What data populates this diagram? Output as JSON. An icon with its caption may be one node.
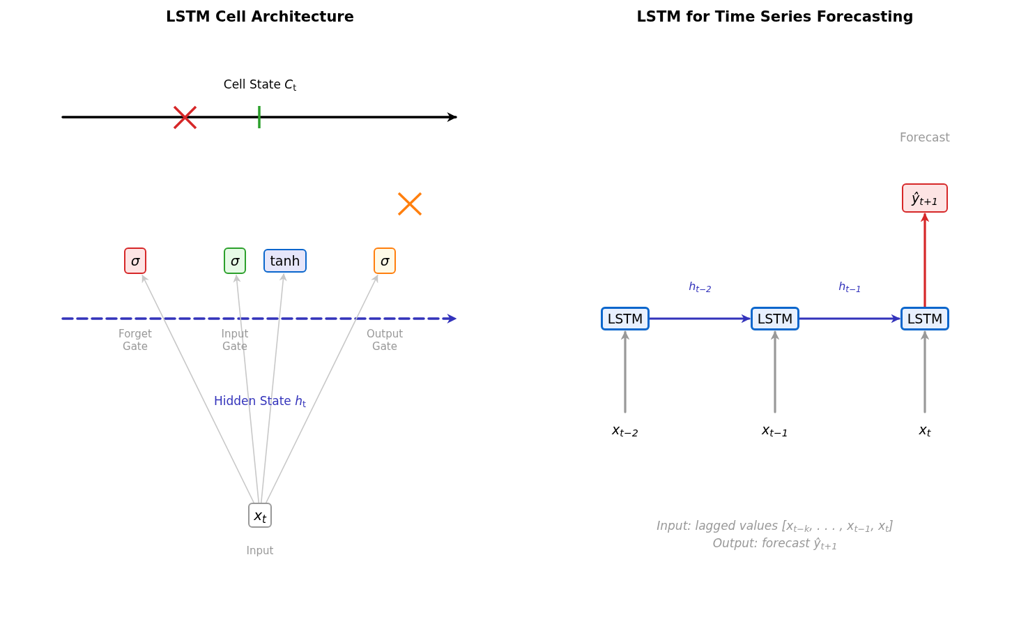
{
  "diagram": {
    "nodes": [
      {
        "text": [
          "σ"
        ]
      },
      {
        "text": [
          "σ"
        ]
      },
      {
        "text": [
          "tanh"
        ]
      },
      {
        "text": [
          "σ"
        ]
      },
      {
        "text": [
          "x$_{t}$"
        ],
        "beside": [
          "Input"
        ]
      },
      {
        "text": [
          "LSTM"
        ]
      },
      {
        "text": [
          "LSTM"
        ]
      },
      {
        "text": [
          "LSTM"
        ]
      },
      {
        "text": [
          "ŷ$_{t+1}$"
        ],
        "beside": [
          "Forecast"
        ]
      },
      {
        "text": [
          "x$_{t−2}$"
        ]
      },
      {
        "text": [
          "x$_{t−1}$"
        ]
      },
      {
        "text": [
          "x$_{t}$"
        ]
      }
    ],
    "edges": [
      {
        "from": 4,
        "to": 0,
        "arrow": "to",
        "color": "#c8c8c8"
      },
      {
        "from": 4,
        "to": 1,
        "arrow": "to",
        "color": "#c8c8c8"
      },
      {
        "from": 4,
        "to": 2,
        "arrow": "to",
        "color": "#c8c8c8"
      },
      {
        "from": 4,
        "to": 3,
        "arrow": "to",
        "color": "#c8c8c8"
      },
      {
        "from": 5,
        "to": 6,
        "arrow": "to",
        "label": "h$_{t−2}$",
        "color": "#3333bb"
      },
      {
        "from": 6,
        "to": 7,
        "arrow": "to",
        "label": "h$_{t−1}$",
        "color": "#3333bb"
      },
      {
        "from": 9,
        "to": 5,
        "arrow": "to",
        "color": "#999999"
      },
      {
        "from": 10,
        "to": 6,
        "arrow": "to",
        "color": "#999999"
      },
      {
        "from": 11,
        "to": 7,
        "arrow": "to",
        "color": "#999999"
      },
      {
        "from": 7,
        "to": 8,
        "arrow": "to",
        "color": "#d62728"
      }
    ],
    "labels": [
      "LSTM Cell Architecture",
      "LSTM for Time Series Forecasting",
      "Cell State *C*$_{t}$",
      "Forget Gate",
      "Input Gate",
      "Output Gate",
      "Hidden State *h*$_{t}$",
      "Input: lagged values [x$_{t−k}$, . . . , x$_{t−1}$, x$_{t}$]",
      "Output: forecast ŷ$_{t+1}$"
    ]
  }
}
